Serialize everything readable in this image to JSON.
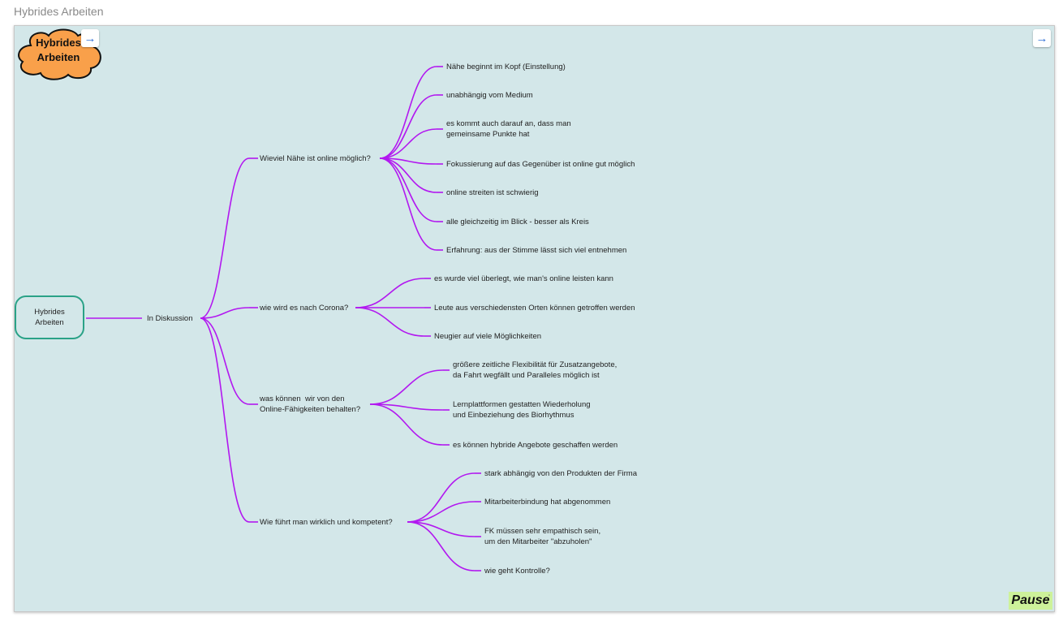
{
  "page": {
    "title": "Hybrides Arbeiten"
  },
  "colors": {
    "board_bg": "#d3e7e9",
    "branch": "#b218f0",
    "root_border": "#2aa287",
    "cloud": "#f9a04a",
    "pause_bg": "#cdf29a"
  },
  "cloud": {
    "text": "Hybrides\nArbeiten"
  },
  "root": {
    "label": "Hybrides\nArbeiten"
  },
  "hub": {
    "label": "In Diskussion"
  },
  "branches": [
    {
      "label": "Wieviel Nähe ist online möglich?",
      "children": [
        "Nähe beginnt im Kopf (Einstellung)",
        "unabhängig vom Medium",
        "es kommt auch darauf an, dass man\ngemeinsame Punkte hat",
        "Fokussierung auf das Gegenüber ist online gut möglich",
        "online streiten ist schwierig",
        "alle gleichzeitig im Blick - besser als Kreis",
        "Erfahrung: aus der Stimme lässt sich viel entnehmen"
      ]
    },
    {
      "label": "wie wird es nach Corona?",
      "children": [
        "es wurde viel überlegt, wie man's online leisten kann",
        "Leute aus verschiedensten Orten können getroffen werden",
        "Neugier auf viele Möglichkeiten"
      ]
    },
    {
      "label": "was können  wir von den\nOnline-Fähigkeiten behalten?",
      "children": [
        "größere zeitliche Flexibilität für Zusatzangebote,\nda Fahrt wegfällt und Paralleles möglich ist",
        "Lernplattformen gestatten Wiederholung\nund Einbeziehung des Biorhythmus",
        "es können hybride Angebote geschaffen werden"
      ]
    },
    {
      "label": "Wie führt man wirklich und kompetent?",
      "children": [
        "stark abhängig von den Produkten der Firma",
        "Mitarbeiterbindung hat abgenommen",
        "FK müssen sehr empathisch sein,\num den Mitarbeiter \"abzuholen\"",
        "wie geht Kontrolle?"
      ]
    }
  ],
  "controls": {
    "pause_label": "Pause",
    "nav_left_icon": "arrow-right-icon",
    "nav_right_icon": "arrow-right-icon"
  }
}
